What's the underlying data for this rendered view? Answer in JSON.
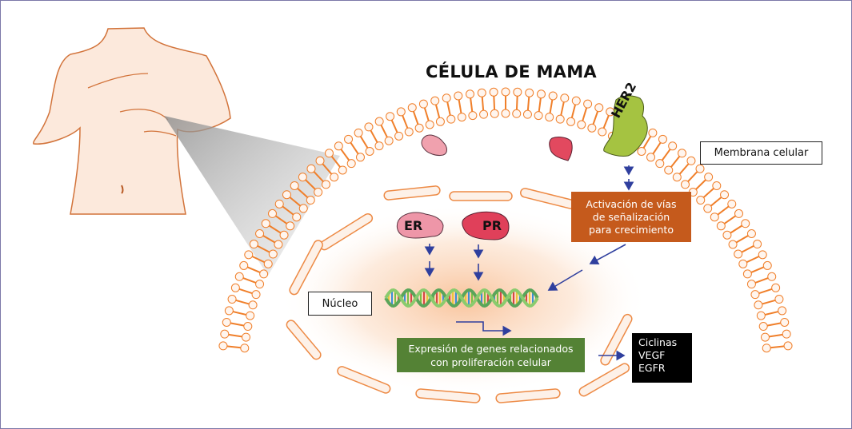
{
  "title": "CÉLULA DE MAMA",
  "labels": {
    "membrane": "Membrana celular",
    "nucleus": "Núcleo"
  },
  "receptors": {
    "her2": "HER2",
    "er": "ER",
    "pr": "PR"
  },
  "boxes": {
    "signaling": [
      "Activación de vías",
      "de señalización",
      "para crecimiento"
    ],
    "gene_expression": [
      "Expresión de genes relacionados",
      "con proliferación celular"
    ],
    "targets": [
      "Ciclinas",
      "VEGF",
      "EGFR"
    ]
  },
  "colors": {
    "membrane_orange": "#f07f2a",
    "signaling_box": "#c55a1c",
    "gene_box": "#548235",
    "targets_box": "#000000",
    "arrow_blue": "#2f3f9e",
    "her2_green": "#a5c341",
    "er_pink": "#e88a9c",
    "pr_red": "#d93a55"
  }
}
